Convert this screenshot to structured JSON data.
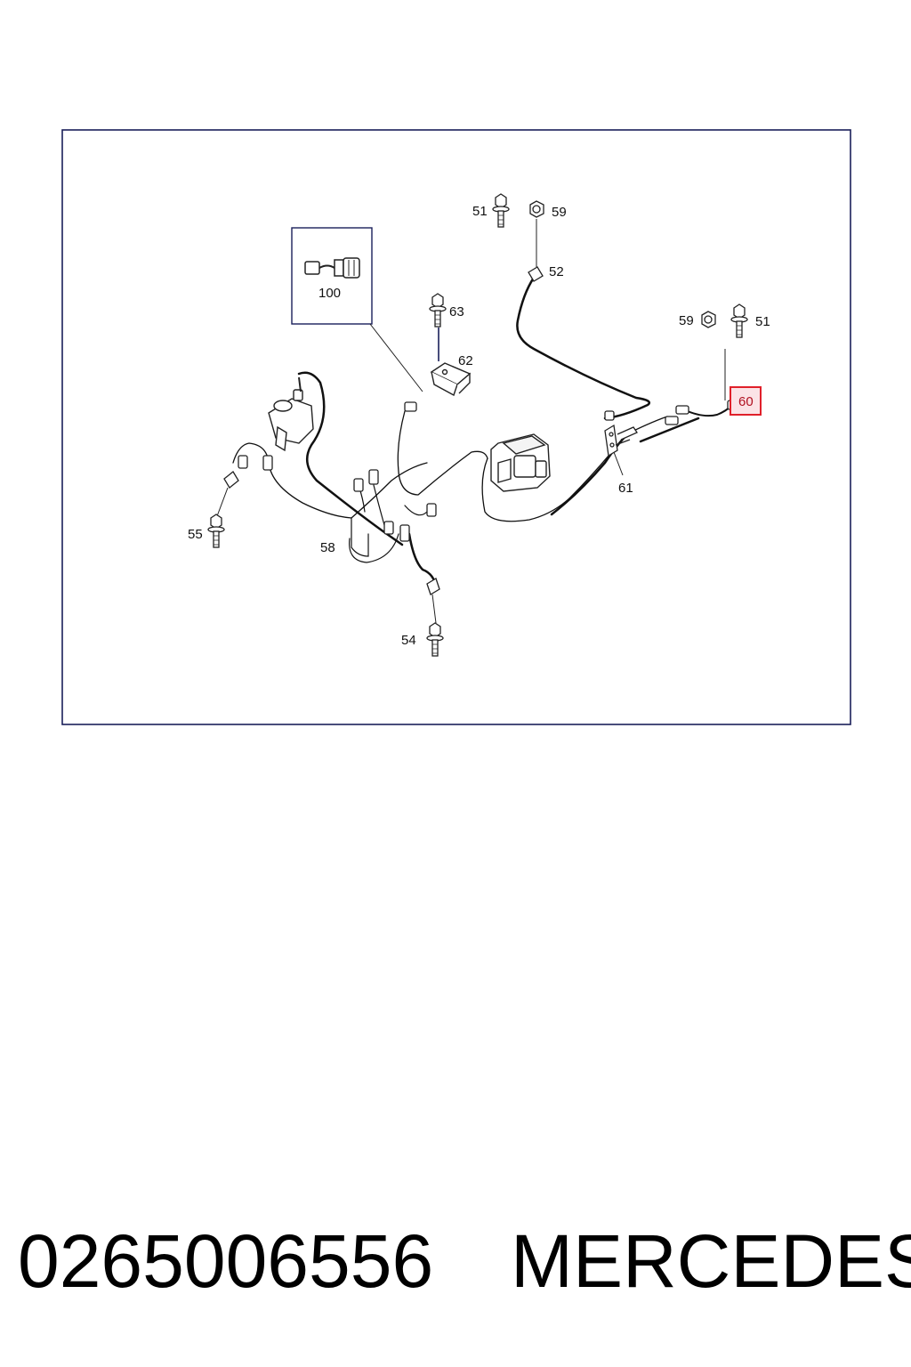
{
  "diagram": {
    "callouts": {
      "c51a": "51",
      "c59a": "59",
      "c52": "52",
      "c100": "100",
      "c63": "63",
      "c62": "62",
      "c59b": "59",
      "c51b": "51",
      "c60": "60",
      "c61": "61",
      "c55": "55",
      "c58": "58",
      "c54": "54"
    },
    "highlighted_callout": "60",
    "colors": {
      "frame": "#1a1f5a",
      "highlight": "#e0202a",
      "highlight_fill": "#fbe3e6",
      "line": "#111111"
    }
  },
  "footer": {
    "part_number": "0265006556",
    "brand": "MERCEDES"
  }
}
